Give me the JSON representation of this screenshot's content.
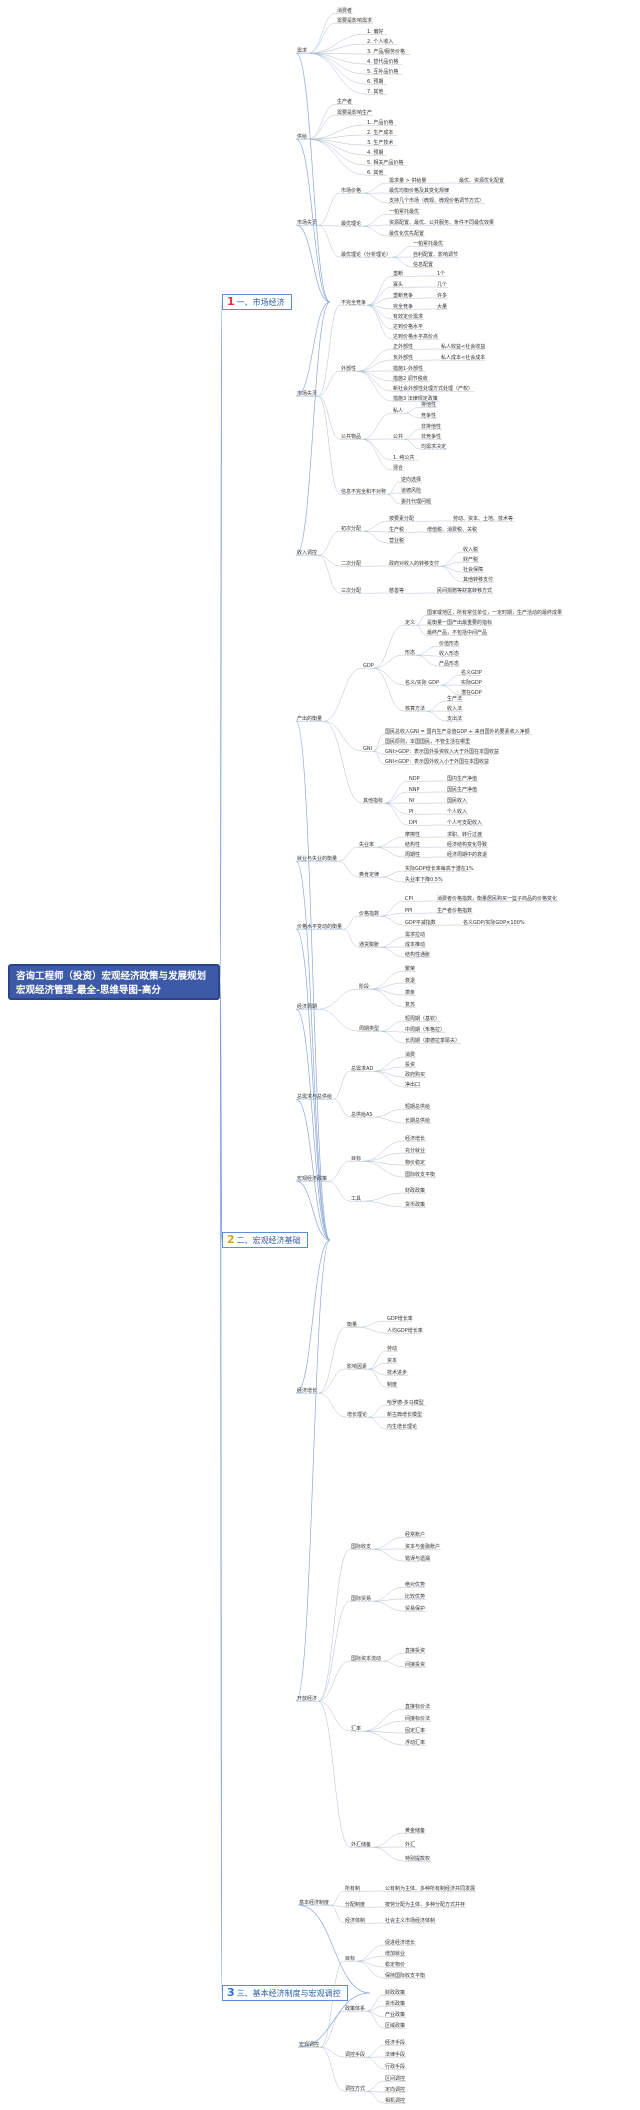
{
  "root": {
    "line1": "咨询工程师（投资）宏观经济政策与发展规划",
    "line2": "宏观经济管理-最全-思维导图-高分"
  },
  "sections": [
    {
      "num": "1",
      "sep": "一、",
      "label": "市场经济",
      "num_color": "#e0333d"
    },
    {
      "num": "2",
      "sep": "二、",
      "label": "宏观经济基础",
      "num_color": "#e0a020"
    },
    {
      "num": "3",
      "sep": "三、",
      "label": "基本经济制度与宏观调控",
      "num_color": "#2f6fcf"
    }
  ],
  "nodes": [
    {
      "id": "s1b1",
      "label": "需求"
    },
    {
      "id": "s1b1a",
      "label": "消费者"
    },
    {
      "id": "s1b1b",
      "label": "需要是影响需求"
    },
    {
      "id": "s1b1c",
      "label": "1. 偏好"
    },
    {
      "id": "s1b1d",
      "label": "2. 个人收入"
    },
    {
      "id": "s1b1e",
      "label": "3. 产品/服务价格"
    },
    {
      "id": "s1b1f",
      "label": "4. 替代品价格"
    },
    {
      "id": "s1b1g",
      "label": "5. 互补品价格"
    },
    {
      "id": "s1b1h",
      "label": "6. 预期"
    },
    {
      "id": "s1b1i",
      "label": "7. 其他"
    },
    {
      "id": "s1b2",
      "label": "供给"
    },
    {
      "id": "s1b2a",
      "label": "生产者"
    },
    {
      "id": "s1b2b",
      "label": "需要是影响生产"
    },
    {
      "id": "s1b2c",
      "label": "1. 产品价格"
    },
    {
      "id": "s1b2d",
      "label": "2. 生产成本"
    },
    {
      "id": "s1b2e",
      "label": "3. 生产技术"
    },
    {
      "id": "s1b2f",
      "label": "4. 预期"
    },
    {
      "id": "s1b2g",
      "label": "5. 相关产品价格"
    },
    {
      "id": "s1b2h",
      "label": "6. 其他"
    },
    {
      "id": "s1b3",
      "label": "市场失灵"
    },
    {
      "id": "s1b3a",
      "label": "市场价格"
    },
    {
      "id": "s1b3a1",
      "label": "需求量 > 供给量"
    },
    {
      "id": "s1b3a1v",
      "label": "最优、资源优化配置"
    },
    {
      "id": "s1b3a2",
      "label": "最优均衡价格及其变化规律"
    },
    {
      "id": "s1b3a3",
      "label": "支持几个市场（微观、微观价格调节方式）"
    },
    {
      "id": "s1b3b",
      "label": "最优理论"
    },
    {
      "id": "s1b3b1",
      "label": "一帕累托最优"
    },
    {
      "id": "s1b3b2",
      "label": "资源配置、最优、公共服务、条件不同最优效果"
    },
    {
      "id": "s1b3b3",
      "label": "最优化优先配置"
    },
    {
      "id": "s1b3c",
      "label": "最优理论（分析理论）"
    },
    {
      "id": "s1b3c1",
      "label": "一帕累托最优"
    },
    {
      "id": "s1b3c2",
      "label": "自利配置、影响调节"
    },
    {
      "id": "s1b3c3",
      "label": "信息配置"
    },
    {
      "id": "s1b4",
      "label": "市场失灵"
    },
    {
      "id": "s1b4a",
      "label": "不完全竞争"
    },
    {
      "id": "s1b4a1",
      "label": "垄断"
    },
    {
      "id": "s1b4a1v",
      "label": "1个"
    },
    {
      "id": "s1b4a2",
      "label": "寡头"
    },
    {
      "id": "s1b4a2v",
      "label": "几个"
    },
    {
      "id": "s1b4a3",
      "label": "垄断竞争"
    },
    {
      "id": "s1b4a3v",
      "label": "许多"
    },
    {
      "id": "s1b4a4",
      "label": "完全竞争"
    },
    {
      "id": "s1b4a4v",
      "label": "大量"
    },
    {
      "id": "s1b4a5",
      "label": "有效定价需求"
    },
    {
      "id": "s1b4a6",
      "label": "达到价格水平"
    },
    {
      "id": "s1b4a7",
      "label": "达到价格水平高价点"
    },
    {
      "id": "s1b4b",
      "label": "外部性"
    },
    {
      "id": "s1b4b1",
      "label": "正外部性"
    },
    {
      "id": "s1b4b1v",
      "label": "私人收益<社会收益"
    },
    {
      "id": "s1b4b2",
      "label": "负外部性"
    },
    {
      "id": "s1b4b2v",
      "label": "私人成本<社会成本"
    },
    {
      "id": "s1b4b3",
      "label": "措施1-外部性"
    },
    {
      "id": "s1b4b4",
      "label": "措施2 调节税收"
    },
    {
      "id": "s1b4b5",
      "label": "新社会外部性处理方式处理（产权）"
    },
    {
      "id": "s1b4b6",
      "label": "措施3 法律规定政策"
    },
    {
      "id": "s1b4c",
      "label": "公共物品"
    },
    {
      "id": "s1b4c1",
      "label": "私人"
    },
    {
      "id": "s1b4c1a",
      "label": "排他性"
    },
    {
      "id": "s1b4c1b",
      "label": "竞争性"
    },
    {
      "id": "s1b4c2",
      "label": "公共"
    },
    {
      "id": "s1b4c2a",
      "label": "非排他性"
    },
    {
      "id": "s1b4c2b",
      "label": "非竞争性"
    },
    {
      "id": "s1b4c2c",
      "label": "均需求决定"
    },
    {
      "id": "s1b4c3",
      "label": "1. 纯公共"
    },
    {
      "id": "s1b4c4",
      "label": "混合"
    },
    {
      "id": "s1b4d",
      "label": "信息不完全和不对称"
    },
    {
      "id": "s1b4d1",
      "label": "逆向选择"
    },
    {
      "id": "s1b4d2",
      "label": "道德风险"
    },
    {
      "id": "s1b4d3",
      "label": "委托代理问题"
    },
    {
      "id": "s1b5",
      "label": "收入调控"
    },
    {
      "id": "s1b5a",
      "label": "初次分配"
    },
    {
      "id": "s1b5a1",
      "label": "按要素分配"
    },
    {
      "id": "s1b5a1v",
      "label": "劳动、资本、土地、技术等"
    },
    {
      "id": "s1b5a2",
      "label": "生产税"
    },
    {
      "id": "s1b5a2v",
      "label": "增值税、消费税、关税"
    },
    {
      "id": "s1b5a3",
      "label": "营业税"
    },
    {
      "id": "s1b5b",
      "label": "二次分配"
    },
    {
      "id": "s1b5b1",
      "label": "政府对收入的转移支付"
    },
    {
      "id": "s1b5b1a",
      "label": "收入税"
    },
    {
      "id": "s1b5b1b",
      "label": "财产税"
    },
    {
      "id": "s1b5b1c",
      "label": "社会保障"
    },
    {
      "id": "s1b5b1d",
      "label": "其他转移支付"
    },
    {
      "id": "s1b5c",
      "label": "三次分配"
    },
    {
      "id": "s1b5c1",
      "label": "慈善等"
    },
    {
      "id": "s1b5c1v",
      "label": "民间捐赠等财富转移方式"
    },
    {
      "id": "s2b1",
      "label": "产出的衡量"
    },
    {
      "id": "s2b1a",
      "label": "GDP"
    },
    {
      "id": "s2b1a1",
      "label": "定义"
    },
    {
      "id": "s2b1a1a",
      "label": "国家或地区，所有常住单位，一定时期，生产活动的最终成果"
    },
    {
      "id": "s2b1a1b",
      "label": "是衡量一国产出最重要的指标"
    },
    {
      "id": "s2b1a1c",
      "label": "最终产品，不包括中间产品"
    },
    {
      "id": "s2b1a2",
      "label": "形态"
    },
    {
      "id": "s2b1a2a",
      "label": "价值形态"
    },
    {
      "id": "s2b1a2b",
      "label": "收入形态"
    },
    {
      "id": "s2b1a2c",
      "label": "产品形态"
    },
    {
      "id": "s2b1a3",
      "label": "名义/实际 GDP"
    },
    {
      "id": "s2b1a3a",
      "label": "名义GDP"
    },
    {
      "id": "s2b1a3b",
      "label": "实际GDP"
    },
    {
      "id": "s2b1a3c",
      "label": "潜在GDP"
    },
    {
      "id": "s2b1a4",
      "label": "核算方法"
    },
    {
      "id": "s2b1a4a",
      "label": "生产法"
    },
    {
      "id": "s2b1a4b",
      "label": "收入法"
    },
    {
      "id": "s2b1a4c",
      "label": "支出法"
    },
    {
      "id": "s2b1b",
      "label": "GNI"
    },
    {
      "id": "s2b1b1",
      "label": "国民总收入GNI = 国内生产总值GDP + 来自国外的要素收入净额"
    },
    {
      "id": "s2b1b2",
      "label": "国民原则，本国国民，不管生活在哪里"
    },
    {
      "id": "s2b1b3",
      "label": "GNI>GDP：表示国外投资收入大于外国在本国收益"
    },
    {
      "id": "s2b1b4",
      "label": "GNI<GDP：表示国外收入小于外国在本国收益"
    },
    {
      "id": "s2b1c",
      "label": "其他指标"
    },
    {
      "id": "s2b1c1",
      "label": "NDP"
    },
    {
      "id": "s2b1c1v",
      "label": "国内生产净值"
    },
    {
      "id": "s2b1c2",
      "label": "NNP"
    },
    {
      "id": "s2b1c2v",
      "label": "国民生产净值"
    },
    {
      "id": "s2b1c3",
      "label": "NI"
    },
    {
      "id": "s2b1c3v",
      "label": "国民收入"
    },
    {
      "id": "s2b1c4",
      "label": "PI"
    },
    {
      "id": "s2b1c4v",
      "label": "个人收入"
    },
    {
      "id": "s2b1c5",
      "label": "DPI"
    },
    {
      "id": "s2b1c5v",
      "label": "个人可支配收入"
    },
    {
      "id": "s2b2",
      "label": "就业与失业的衡量"
    },
    {
      "id": "s2b2a",
      "label": "失业率"
    },
    {
      "id": "s2b2a1",
      "label": "摩擦性"
    },
    {
      "id": "s2b2a1v",
      "label": "求职、转行过渡"
    },
    {
      "id": "s2b2a2",
      "label": "结构性"
    },
    {
      "id": "s2b2a2v",
      "label": "经济结构变化导致"
    },
    {
      "id": "s2b2a3",
      "label": "周期性"
    },
    {
      "id": "s2b2a3v",
      "label": "经济周期中的衰退"
    },
    {
      "id": "s2b2b",
      "label": "奥肯定律"
    },
    {
      "id": "s2b2b1",
      "label": "实际GDP增长率每高于潜在1%"
    },
    {
      "id": "s2b2b2",
      "label": "失业率下降0.5%"
    },
    {
      "id": "s2b3",
      "label": "价格水平变动的衡量"
    },
    {
      "id": "s2b3a",
      "label": "价格指数"
    },
    {
      "id": "s2b3a1",
      "label": "CPI"
    },
    {
      "id": "s2b3a1v",
      "label": "消费者价格指数，衡量居民购买一篮子商品的价格变化"
    },
    {
      "id": "s2b3a2",
      "label": "PPI"
    },
    {
      "id": "s2b3a2v",
      "label": "生产者价格指数"
    },
    {
      "id": "s2b3a3",
      "label": "GDP平减指数"
    },
    {
      "id": "s2b3a3v",
      "label": "名义GDP/实际GDP×100%"
    },
    {
      "id": "s2b3b",
      "label": "通货膨胀"
    },
    {
      "id": "s2b3b1",
      "label": "需求拉动"
    },
    {
      "id": "s2b3b2",
      "label": "成本推动"
    },
    {
      "id": "s2b3b3",
      "label": "结构性通胀"
    },
    {
      "id": "s2b4",
      "label": "经济周期"
    },
    {
      "id": "s2b4a",
      "label": "阶段"
    },
    {
      "id": "s2b4a1",
      "label": "繁荣"
    },
    {
      "id": "s2b4a2",
      "label": "衰退"
    },
    {
      "id": "s2b4a3",
      "label": "萧条"
    },
    {
      "id": "s2b4a4",
      "label": "复苏"
    },
    {
      "id": "s2b4b",
      "label": "周期类型"
    },
    {
      "id": "s2b4b1",
      "label": "短周期（基钦）"
    },
    {
      "id": "s2b4b2",
      "label": "中周期（朱格拉）"
    },
    {
      "id": "s2b4b3",
      "label": "长周期（康德拉季耶夫）"
    },
    {
      "id": "s2b5",
      "label": "总需求与总供给"
    },
    {
      "id": "s2b5a",
      "label": "总需求AD"
    },
    {
      "id": "s2b5a1",
      "label": "消费"
    },
    {
      "id": "s2b5a2",
      "label": "投资"
    },
    {
      "id": "s2b5a3",
      "label": "政府购买"
    },
    {
      "id": "s2b5a4",
      "label": "净出口"
    },
    {
      "id": "s2b5b",
      "label": "总供给AS"
    },
    {
      "id": "s2b5b1",
      "label": "短期总供给"
    },
    {
      "id": "s2b5b2",
      "label": "长期总供给"
    },
    {
      "id": "s2b6",
      "label": "宏观经济政策"
    },
    {
      "id": "s2b6a",
      "label": "目标"
    },
    {
      "id": "s2b6a1",
      "label": "经济增长"
    },
    {
      "id": "s2b6a2",
      "label": "充分就业"
    },
    {
      "id": "s2b6a3",
      "label": "物价稳定"
    },
    {
      "id": "s2b6a4",
      "label": "国际收支平衡"
    },
    {
      "id": "s2b6b",
      "label": "工具"
    },
    {
      "id": "s2b6b1",
      "label": "财政政策"
    },
    {
      "id": "s2b6b2",
      "label": "货币政策"
    },
    {
      "id": "s2b7",
      "label": "经济增长"
    },
    {
      "id": "s2b7a",
      "label": "衡量"
    },
    {
      "id": "s2b7a1",
      "label": "GDP增长率"
    },
    {
      "id": "s2b7a2",
      "label": "人均GDP增长率"
    },
    {
      "id": "s2b7b",
      "label": "影响因素"
    },
    {
      "id": "s2b7b1",
      "label": "劳动"
    },
    {
      "id": "s2b7b2",
      "label": "资本"
    },
    {
      "id": "s2b7b3",
      "label": "技术进步"
    },
    {
      "id": "s2b7b4",
      "label": "制度"
    },
    {
      "id": "s2b7c",
      "label": "增长理论"
    },
    {
      "id": "s2b7c1",
      "label": "哈罗德-多马模型"
    },
    {
      "id": "s2b7c2",
      "label": "新古典增长模型"
    },
    {
      "id": "s2b7c3",
      "label": "内生增长理论"
    },
    {
      "id": "s2b8",
      "label": "开放经济"
    },
    {
      "id": "s2b8a",
      "label": "国际收支"
    },
    {
      "id": "s2b8a1",
      "label": "经常账户"
    },
    {
      "id": "s2b8a2",
      "label": "资本与金融账户"
    },
    {
      "id": "s2b8a3",
      "label": "错误与遗漏"
    },
    {
      "id": "s2b8b",
      "label": "国际贸易"
    },
    {
      "id": "s2b8b1",
      "label": "绝对优势"
    },
    {
      "id": "s2b8b2",
      "label": "比较优势"
    },
    {
      "id": "s2b8b3",
      "label": "贸易保护"
    },
    {
      "id": "s2b8c",
      "label": "国际资本流动"
    },
    {
      "id": "s2b8c1",
      "label": "直接投资"
    },
    {
      "id": "s2b8c2",
      "label": "间接投资"
    },
    {
      "id": "s2b8d",
      "label": "汇率"
    },
    {
      "id": "s2b8d1",
      "label": "直接标价法"
    },
    {
      "id": "s2b8d2",
      "label": "间接标价法"
    },
    {
      "id": "s2b8d3",
      "label": "固定汇率"
    },
    {
      "id": "s2b8d4",
      "label": "浮动汇率"
    },
    {
      "id": "s2b8e",
      "label": "外汇储备"
    },
    {
      "id": "s2b8e1",
      "label": "黄金储备"
    },
    {
      "id": "s2b8e2",
      "label": "外汇"
    },
    {
      "id": "s2b8e3",
      "label": "特别提款权"
    },
    {
      "id": "s3b1",
      "label": "基本经济制度"
    },
    {
      "id": "s3b1a",
      "label": "所有制"
    },
    {
      "id": "s3b1a1",
      "label": "公有制为主体、多种所有制经济共同发展"
    },
    {
      "id": "s3b1b",
      "label": "分配制度"
    },
    {
      "id": "s3b1b1",
      "label": "按劳分配为主体、多种分配方式并存"
    },
    {
      "id": "s3b1c",
      "label": "经济体制"
    },
    {
      "id": "s3b1c1",
      "label": "社会主义市场经济体制"
    },
    {
      "id": "s3b2",
      "label": "宏观调控"
    },
    {
      "id": "s3b2a",
      "label": "目标"
    },
    {
      "id": "s3b2a1",
      "label": "促进经济增长"
    },
    {
      "id": "s3b2a2",
      "label": "增加就业"
    },
    {
      "id": "s3b2a3",
      "label": "稳定物价"
    },
    {
      "id": "s3b2a4",
      "label": "保持国际收支平衡"
    },
    {
      "id": "s3b2b",
      "label": "政策体系"
    },
    {
      "id": "s3b2b1",
      "label": "财政政策"
    },
    {
      "id": "s3b2b2",
      "label": "货币政策"
    },
    {
      "id": "s3b2b3",
      "label": "产业政策"
    },
    {
      "id": "s3b2b4",
      "label": "区域政策"
    },
    {
      "id": "s3b2c",
      "label": "调控手段"
    },
    {
      "id": "s3b2c1",
      "label": "经济手段"
    },
    {
      "id": "s3b2c2",
      "label": "法律手段"
    },
    {
      "id": "s3b2c3",
      "label": "行政手段"
    },
    {
      "id": "s3b2d",
      "label": "调控方式"
    },
    {
      "id": "s3b2d1",
      "label": "区间调控"
    },
    {
      "id": "s3b2d2",
      "label": "定向调控"
    },
    {
      "id": "s3b2d3",
      "label": "相机调控"
    }
  ]
}
